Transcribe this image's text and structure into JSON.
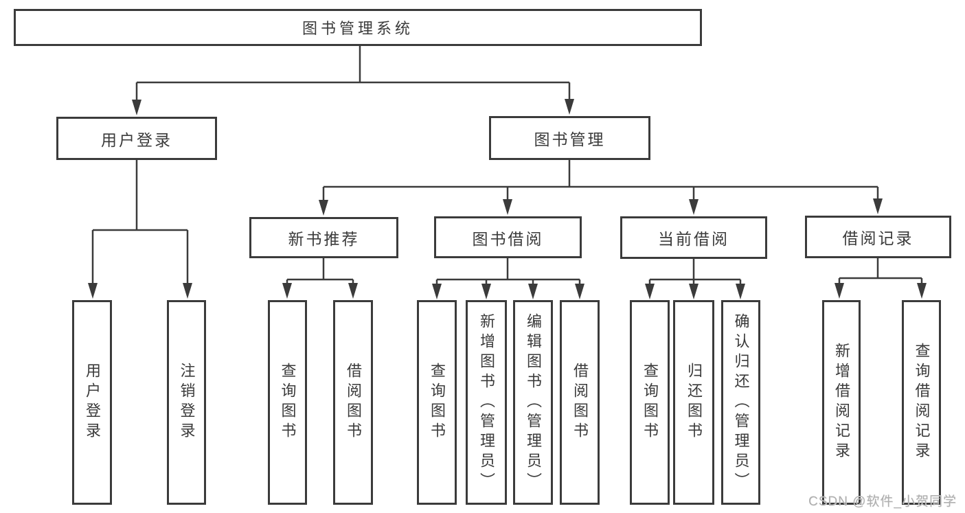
{
  "tree": {
    "label": "图书管理系统",
    "children": [
      {
        "label": "用户登录",
        "children": [
          {
            "label": "用户登录"
          },
          {
            "label": "注销登录"
          }
        ]
      },
      {
        "label": "图书管理",
        "children": [
          {
            "label": "新书推荐",
            "children": [
              {
                "label": "查询图书"
              },
              {
                "label": "借阅图书"
              }
            ]
          },
          {
            "label": "图书借阅",
            "children": [
              {
                "label": "查询图书"
              },
              {
                "label": "新增图书（管理员）"
              },
              {
                "label": "编辑图书（管理员）"
              },
              {
                "label": "借阅图书"
              }
            ]
          },
          {
            "label": "当前借阅",
            "children": [
              {
                "label": "查询图书"
              },
              {
                "label": "归还图书"
              },
              {
                "label": "确认归还（管理员）"
              }
            ]
          },
          {
            "label": "借阅记录",
            "children": [
              {
                "label": "新增借阅记录"
              },
              {
                "label": "查询借阅记录"
              }
            ]
          }
        ]
      }
    ]
  },
  "watermark": {
    "text": "CSDN @软件_小贺同学"
  },
  "colors": {
    "line": "#3b3b3b",
    "box_border": "#3b3b3b",
    "text": "#3a3a3a",
    "watermark": "#b0b0b0",
    "background": "#ffffff"
  }
}
